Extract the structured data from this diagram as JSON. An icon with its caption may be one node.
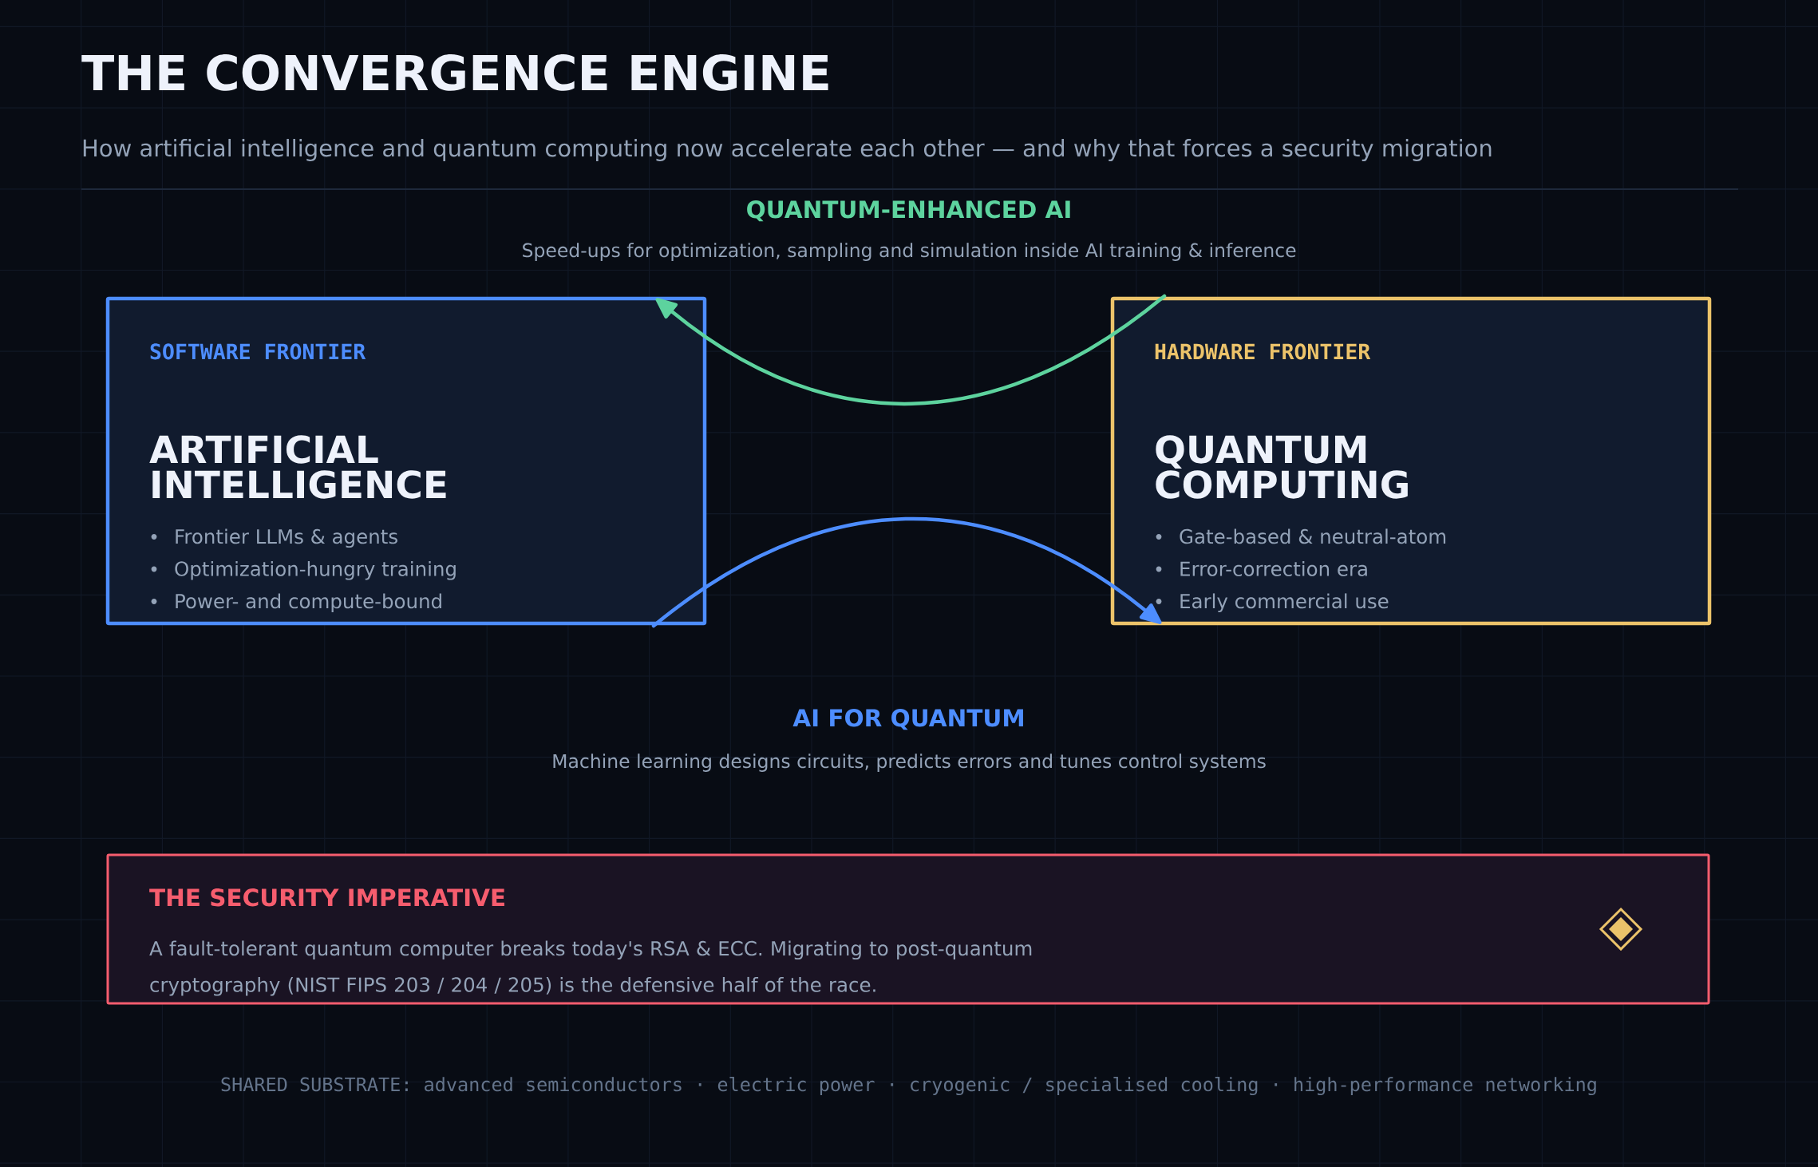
{
  "diagram": {
    "title": "THE CONVERGENCE ENGINE",
    "nodes": [
      {
        "text": [
          "SOFTWARE FRONTIER",
          "ARTIFICIAL INTELLIGENCE",
          "Frontier LLMs & agents",
          "Optimization-hungry training",
          "Power- and compute-bound"
        ]
      },
      {
        "text": [
          "HARDWARE FRONTIER",
          "QUANTUM COMPUTING",
          "Gate-based & neutral-atom",
          "Error-correction era",
          "Early commercial use"
        ]
      },
      {
        "text": [
          "THE SECURITY IMPERATIVE",
          "A fault-tolerant quantum computer breaks today's RSA & ECC. Migrating to post-quantum cryptography (NIST FIPS 203 / 204 / 205) is the defensive half of the race."
        ]
      }
    ],
    "edges": [
      {
        "from": 1,
        "to": 0,
        "arrow": "to",
        "color": "#5dd39e"
      },
      {
        "from": 0,
        "to": 1,
        "arrow": "to",
        "color": "#4d8dff"
      }
    ],
    "labels": [
      "How artificial intelligence and quantum computing now accelerate each other — and why that forces a security migration",
      "QUANTUM-ENHANCED AI",
      "Speed-ups for optimization, sampling and simulation inside AI training & inference",
      "AI FOR QUANTUM",
      "Machine learning designs circuits, predicts errors and tunes control systems",
      "SHARED SUBSTRATE: advanced semiconductors · electric power · cryogenic / specialised cooling · high-performance networking"
    ]
  }
}
